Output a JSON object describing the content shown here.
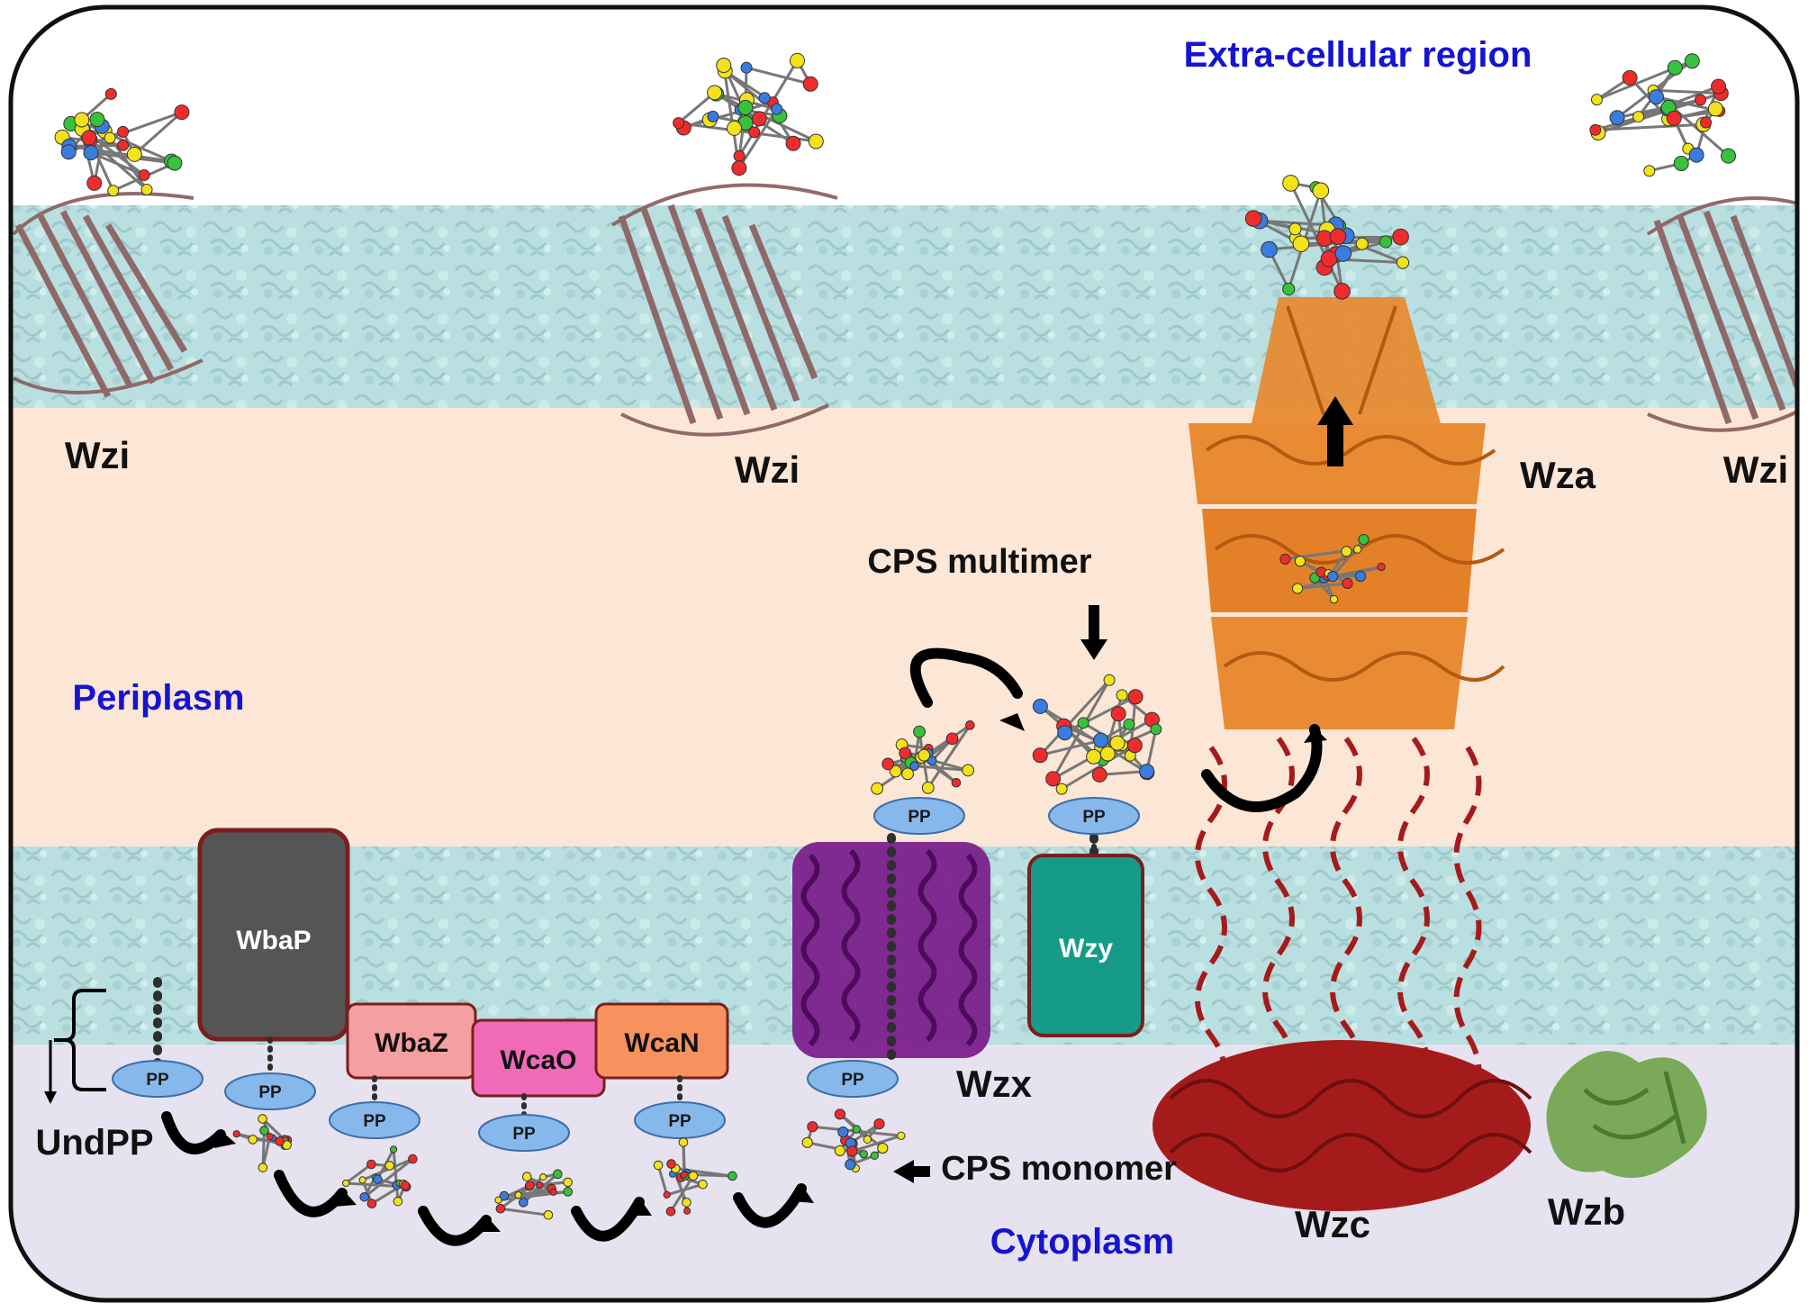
{
  "regions": {
    "extracellular": "Extra-cellular region",
    "periplasm": "Periplasm",
    "cytoplasm": "Cytoplasm"
  },
  "proteins": {
    "wzi_1": "Wzi",
    "wzi_2": "Wzi",
    "wzi_3": "Wzi",
    "wza": "Wza",
    "wzx": "Wzx",
    "wzy": "Wzy",
    "wzc": "Wzc",
    "wzb": "Wzb",
    "wbap": "WbaP",
    "wbaz": "WbaZ",
    "wcao": "WcaO",
    "wcan": "WcaN"
  },
  "labels": {
    "undpp": "UndPP",
    "cps_multimer": "CPS multimer",
    "cps_monomer": "CPS monomer",
    "pp": "PP"
  },
  "colors": {
    "region_text": "#1414d2",
    "membrane": "#b9dfe0",
    "periplasm_bg": "#fce6d6",
    "cytoplasm_bg": "#e6e2ef",
    "wbap_fill": "#555555",
    "wbaz_fill": "#f4a0a0",
    "wcao_fill": "#f06ab8",
    "wcan_fill": "#f7925f",
    "wzy_fill": "#159b88",
    "box_border": "#7a1e1e",
    "pp_fill": "#86b8ec",
    "wza_color": "#e8862a",
    "wzc_color": "#a51b1b",
    "wzx_color": "#7a1a8a",
    "wzi_color": "#8d6363",
    "wzb_color": "#5d8f3a"
  }
}
